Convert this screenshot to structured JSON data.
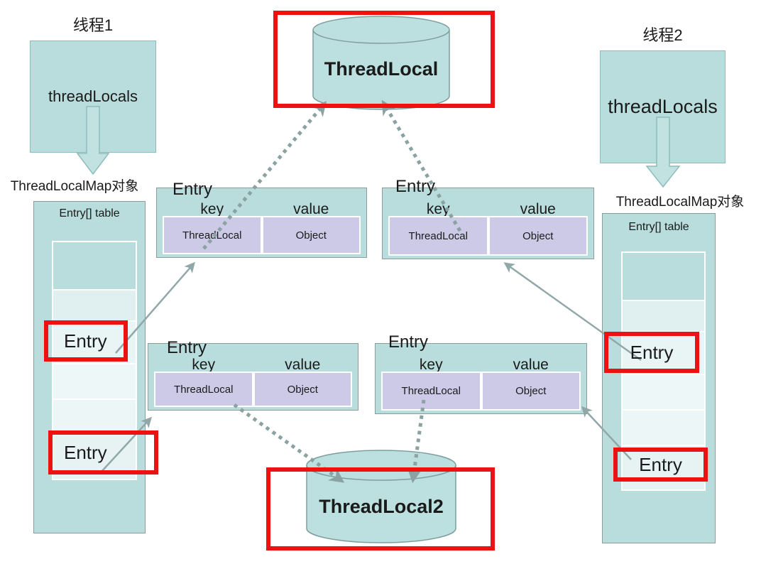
{
  "colors": {
    "teal": "#b9dddd",
    "teal_border": "#8cbcbc",
    "light_cell": "#e9f4f4",
    "purple_cell": "#cdcae8",
    "red": "#ee1111",
    "arrow_gray": "#92a8a8"
  },
  "threads": {
    "left": {
      "title": "线程1",
      "field": "threadLocals",
      "map_label": "ThreadLocalMap对象"
    },
    "right": {
      "title": "线程2",
      "field": "threadLocals",
      "map_label": "ThreadLocalMap对象"
    }
  },
  "cylinders": {
    "top": "ThreadLocal",
    "bottom": "ThreadLocal2"
  },
  "array_tables": {
    "left": {
      "header": "Entry[] table",
      "entries": [
        "Entry",
        "Entry"
      ]
    },
    "right": {
      "header": "Entry[] table",
      "entries": [
        "Entry",
        "Entry"
      ]
    }
  },
  "entry_tables": [
    {
      "title": "Entry",
      "key_header": "key",
      "value_header": "value",
      "key_value": "ThreadLocal",
      "value_value": "Object"
    },
    {
      "title": "Entry",
      "key_header": "key",
      "value_header": "value",
      "key_value": "ThreadLocal",
      "value_value": "Object"
    },
    {
      "title": "Entry",
      "key_header": "key",
      "value_header": "value",
      "key_value": "ThreadLocal",
      "value_value": "Object"
    },
    {
      "title": "Entry",
      "key_header": "key",
      "value_header": "value",
      "key_value": "ThreadLocal",
      "value_value": "Object"
    }
  ]
}
